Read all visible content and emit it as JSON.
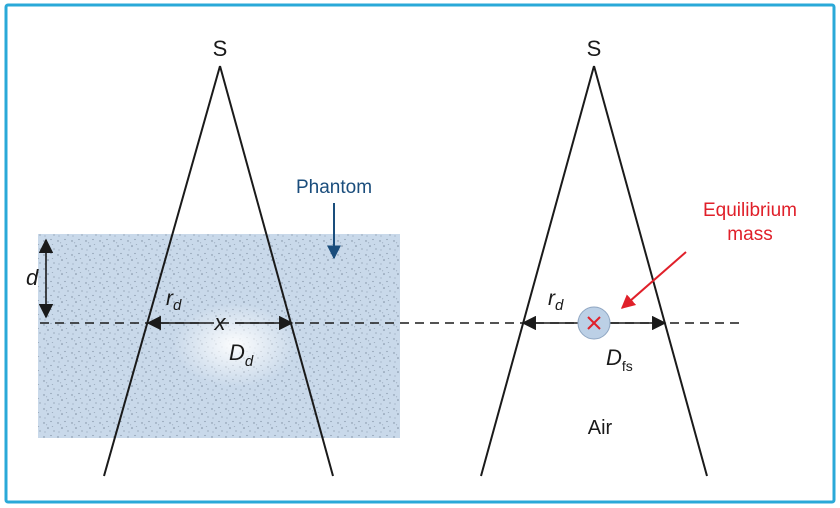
{
  "labels": {
    "source_left": "S",
    "source_right": "S",
    "phantom": "Phantom",
    "depth": "d",
    "field_radius_left": "r",
    "field_radius_left_sub": "d",
    "field_radius_right": "r",
    "field_radius_right_sub": "d",
    "center_marker": "x",
    "dose_depth": "D",
    "dose_depth_sub": "d",
    "dose_free_space": "D",
    "dose_free_space_sub": "fs",
    "equilibrium_line1": "Equilibrium",
    "equilibrium_line2": "mass",
    "medium_right": "Air"
  },
  "colors": {
    "frame": "#2aa9d8",
    "phantom_fill": "#c9d9ea",
    "phantom_label": "#1a4d7c",
    "equilibrium_label": "#e0202a",
    "mass_fill": "#bcd0e6",
    "ink": "#1a1a1a"
  }
}
